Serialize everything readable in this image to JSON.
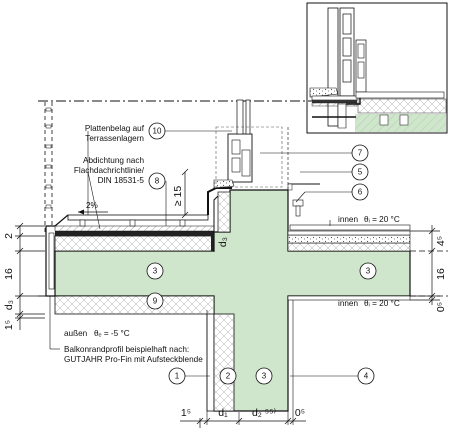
{
  "labels": {
    "plattenbelag_1": "Plattenbelag auf",
    "plattenbelag_2": "Terrassenlagern",
    "abdichtung_1": "Abdichtung nach",
    "abdichtung_2": "Flachdachrichtlinie/",
    "abdichtung_3": "DIN 18531-5",
    "slope": "2%",
    "ge15": "≥ 15",
    "innen_top": "innen",
    "theta_i_top": "θᵢ = 20 °C",
    "innen_bottom": "innen",
    "theta_i_bottom": "θᵢ = 20 °C",
    "aussen": "außen",
    "theta_e": "θₑ = -5 °C",
    "balkon_1": "Balkonrandprofil beispielhaft nach:",
    "balkon_2": "GUTJAHR Pro-Fin mit Aufsteckblende",
    "d3_label": "d₃"
  },
  "dimensions": {
    "left_2": "2",
    "left_16": "16",
    "left_d3": "d₃",
    "left_15": "1⁵",
    "right_45": "4⁵",
    "right_16": "16",
    "right_05": "0⁵",
    "bottom_15": "1⁵",
    "bottom_d1": "d₁",
    "bottom_d2": "d₂ ⁵⁵⁾",
    "bottom_05": "0⁵"
  },
  "callouts": {
    "c1": "1",
    "c2": "2",
    "c3a": "3",
    "c3b": "3",
    "c3c": "3",
    "c4": "4",
    "c5": "5",
    "c6": "6",
    "c7": "7",
    "c8": "8",
    "c9": "9",
    "c10": "10"
  },
  "colors": {
    "concrete": "#cfe6cc",
    "insulation": "#ffffff",
    "line": "#1a1a1a",
    "hatch": "#333333"
  }
}
